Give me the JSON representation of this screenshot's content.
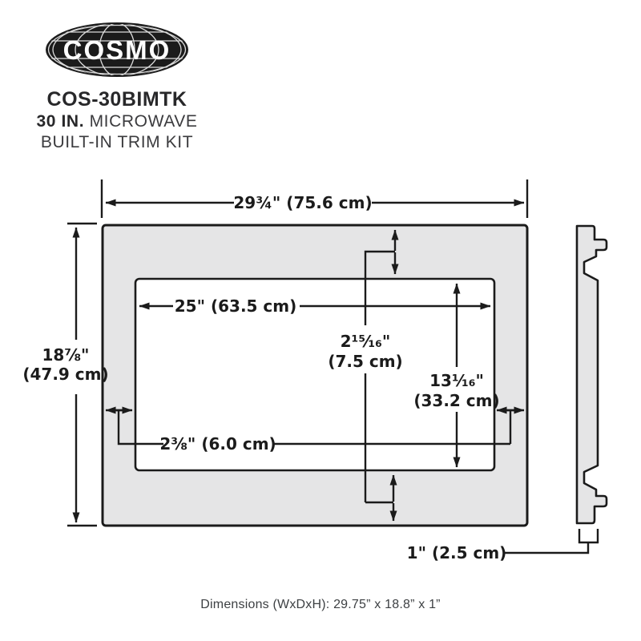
{
  "brand": {
    "logo_text": "COSMO",
    "model": "COS-30BIMTK",
    "tagline_bold": "30 IN.",
    "tagline_rest": "MICROWAVE",
    "tagline_line2": "BUILT-IN TRIM KIT"
  },
  "diagram": {
    "front_view": {
      "outer_width_label": "29¾\" (75.6 cm)",
      "outer_height_label_in": "18⅞\"",
      "outer_height_label_cm": "(47.9 cm)",
      "opening_width_label": "25\" (63.5 cm)",
      "top_offset_label_in": "2¹⁵⁄₁₆\"",
      "top_offset_label_cm": "(7.5 cm)",
      "opening_height_label_in": "13¹⁄₁₆\"",
      "opening_height_label_cm": "(33.2 cm)",
      "side_offset_label": "2⅜\" (6.0 cm)"
    },
    "side_view": {
      "depth_label": "1\" (2.5 cm)"
    }
  },
  "footer": {
    "dimensions_caption": "Dimensions (WxDxH): 29.75” x 18.8” x 1”"
  },
  "colors": {
    "frame_fill": "#e5e5e6",
    "line": "#1b1b1b",
    "caption_text": "#3d4043",
    "logo_black": "#1b1b1b"
  }
}
